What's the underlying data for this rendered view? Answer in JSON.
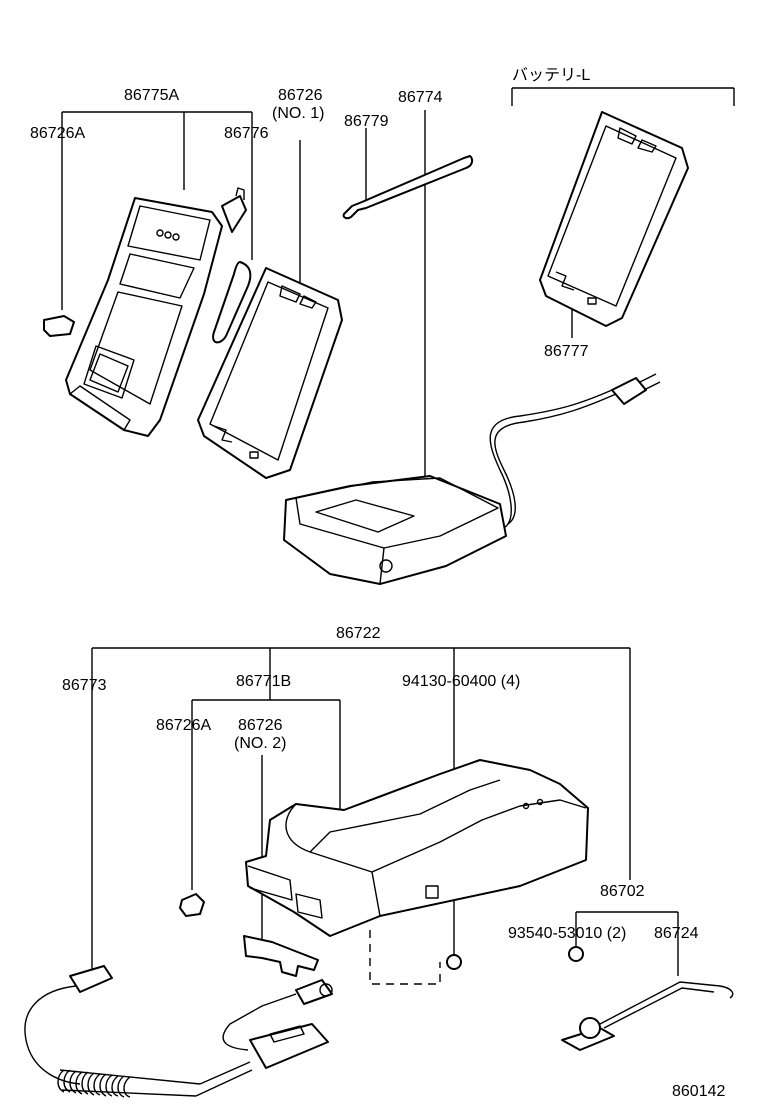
{
  "labels": {
    "p86775A": "86775A",
    "p86726A_top": "86726A",
    "p86776": "86776",
    "p86726_no1": "86726",
    "no1": "(NO. 1)",
    "p86779": "86779",
    "p86774": "86774",
    "battery_l": "バッテリ-L",
    "p86777": "86777",
    "p86722": "86722",
    "p86773": "86773",
    "p86771B": "86771B",
    "p94130": "94130-60400 (4)",
    "p86726A_bot": "86726A",
    "p86726_no2": "86726",
    "no2": "(NO. 2)",
    "p86702": "86702",
    "p93540": "93540-53010 (2)",
    "p86724": "86724",
    "diagram_id": "860142"
  }
}
